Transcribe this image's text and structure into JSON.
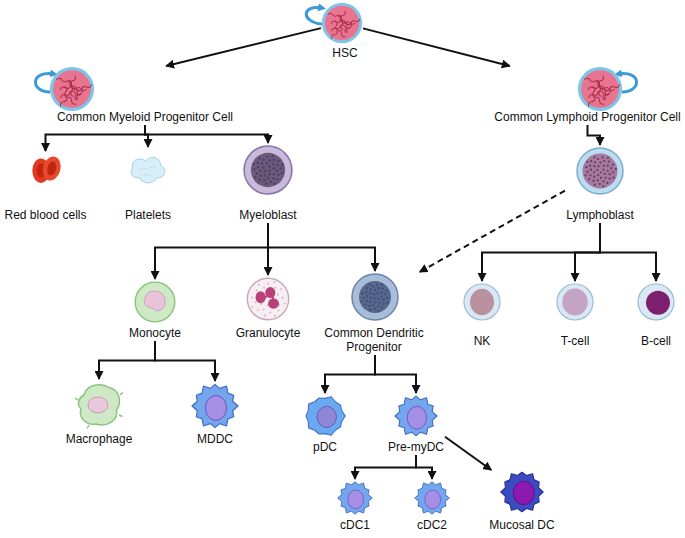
{
  "diagram": {
    "nodes": [
      {
        "text": [
          "HSC"
        ]
      },
      {
        "text": [
          "Common Myeloid Progenitor Cell"
        ]
      },
      {
        "text": [
          "Common Lymphoid Progenitor Cell"
        ]
      },
      {
        "text": [
          "Red blood cells"
        ]
      },
      {
        "text": [
          "Platelets"
        ]
      },
      {
        "text": [
          "Myeloblast"
        ]
      },
      {
        "text": [
          "Lymphoblast"
        ]
      },
      {
        "text": [
          "Monocyte"
        ]
      },
      {
        "text": [
          "Granulocyte"
        ]
      },
      {
        "text": [
          "Common Dendritic Progenitor"
        ]
      },
      {
        "text": [
          "NK"
        ]
      },
      {
        "text": [
          "T-cell"
        ]
      },
      {
        "text": [
          "B-cell"
        ]
      },
      {
        "text": [
          "Macrophage"
        ]
      },
      {
        "text": [
          "MDDC"
        ]
      },
      {
        "text": [
          "pDC"
        ]
      },
      {
        "text": [
          "Pre-myDC"
        ]
      },
      {
        "text": [
          "cDC1"
        ]
      },
      {
        "text": [
          "cDC2"
        ]
      },
      {
        "text": [
          "Mucosal DC"
        ]
      }
    ],
    "edges": [
      {
        "from": 0,
        "to": 1,
        "arrow": "to"
      },
      {
        "from": 0,
        "to": 2,
        "arrow": "to"
      },
      {
        "from": 1,
        "to": 3,
        "arrow": "to"
      },
      {
        "from": 1,
        "to": 4,
        "arrow": "to"
      },
      {
        "from": 1,
        "to": 5,
        "arrow": "to"
      },
      {
        "from": 2,
        "to": 6,
        "arrow": "to"
      },
      {
        "from": 5,
        "to": 7,
        "arrow": "to"
      },
      {
        "from": 5,
        "to": 8,
        "arrow": "to"
      },
      {
        "from": 5,
        "to": 9,
        "arrow": "to"
      },
      {
        "from": 6,
        "to": 9,
        "arrow": "to"
      },
      {
        "from": 6,
        "to": 10,
        "arrow": "to"
      },
      {
        "from": 6,
        "to": 11,
        "arrow": "to"
      },
      {
        "from": 6,
        "to": 12,
        "arrow": "to"
      },
      {
        "from": 7,
        "to": 13,
        "arrow": "to"
      },
      {
        "from": 7,
        "to": 14,
        "arrow": "to"
      },
      {
        "from": 9,
        "to": 15,
        "arrow": "to"
      },
      {
        "from": 9,
        "to": 16,
        "arrow": "to"
      },
      {
        "from": 16,
        "to": 17,
        "arrow": "to"
      },
      {
        "from": 16,
        "to": 18,
        "arrow": "to"
      },
      {
        "from": 16,
        "to": 19,
        "arrow": "to"
      }
    ]
  }
}
